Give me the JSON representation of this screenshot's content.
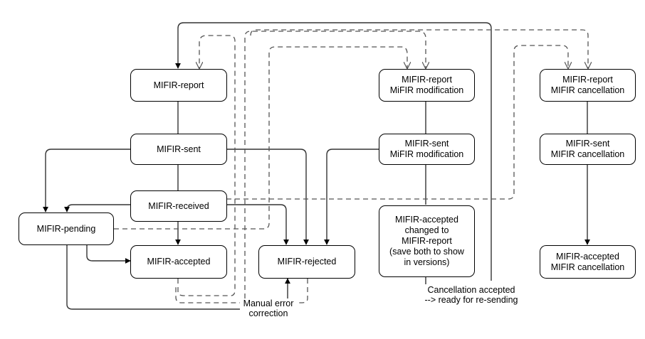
{
  "nodes": {
    "mifir_report": "MIFIR-report",
    "mifir_sent": "MIFIR-sent",
    "mifir_received": "MIFIR-received",
    "mifir_pending": "MIFIR-pending",
    "mifir_accepted": "MIFIR-accepted",
    "mifir_rejected": "MIFIR-rejected",
    "report_modification": "MIFIR-report\nMiFIR modification",
    "sent_modification": "MIFIR-sent\nMiFIR modification",
    "accepted_changed": "MIFIR-accepted\nchanged to\nMIFIR-report\n(save both to show\nin versions)",
    "report_cancellation": "MIFIR-report\nMIFIR cancellation",
    "sent_cancellation": "MIFIR-sent\nMIFIR cancellation",
    "accepted_cancellation": "MIFIR-accepted\nMIFIR cancellation"
  },
  "labels": {
    "manual_error": "Manual error\ncorrection",
    "cancellation_accepted": "Cancellation accepted\n--> ready for re-sending"
  },
  "colors": {
    "line": "#333333",
    "dashed": "#555555",
    "border": "#000000"
  }
}
